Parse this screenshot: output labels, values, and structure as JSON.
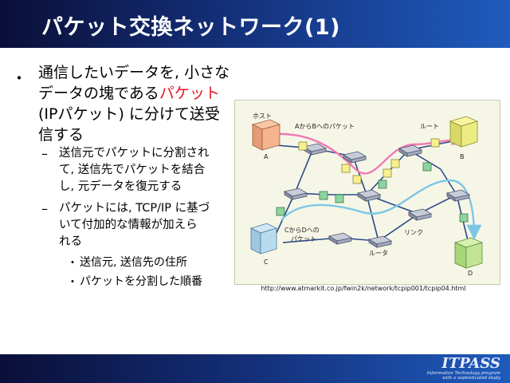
{
  "title": "パケット交換ネットワーク(1)",
  "bullet_l1": {
    "line1": "通信したいデータを, 小さな",
    "line2_before": "データの塊である",
    "line2_highlight": "パケット",
    "line3": "(IPパケット) に分けて送受",
    "line4": "信する"
  },
  "sub_items": [
    {
      "lines": [
        "送信元でパケットに分割され",
        "て, 送信先でパケットを結合",
        "し, 元データを復元する"
      ]
    },
    {
      "lines": [
        "パケットには, TCP/IP に基づ",
        "いて付加的な情報が加えら",
        "れる"
      ]
    }
  ],
  "sub_sub_items": [
    "送信元, 送信先の住所",
    "パケットを分割した順番"
  ],
  "diagram": {
    "host_label": "ホスト",
    "route_label": "ルート",
    "a_to_b_label": "AからBへのパケット",
    "c_to_d_label1": "CからDへの",
    "c_to_d_label2": "パケット",
    "link_label": "リンク",
    "router_label": "ルータ",
    "node_a": "A",
    "node_b": "B",
    "node_c": "C",
    "node_d": "D"
  },
  "caption": "http://www.atmarkit.co.jp/fwin2k/network/tcpip001/tcpip04.html",
  "logo": {
    "main": "ITPASS",
    "sub1": "Information Technology program",
    "sub2": "with a sophisticated study"
  },
  "colors": {
    "title_bar_dark": "#0a0f38",
    "title_bar_light": "#1f5bbd",
    "highlight": "#e8141e",
    "figure_bg": "#f6f6e6"
  }
}
